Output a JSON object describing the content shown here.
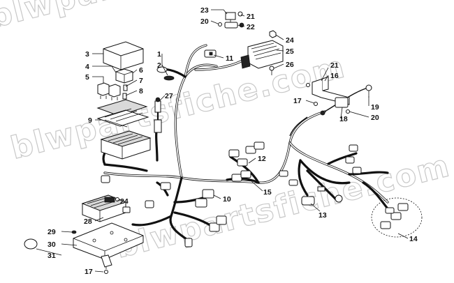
{
  "watermark": "blwpartsfiche.com",
  "callouts": {
    "c1": "1",
    "c2": "2",
    "c3": "3",
    "c4": "4",
    "c5": "5",
    "c6": "6",
    "c7": "7",
    "c8": "8",
    "c9": "9",
    "c10": "10",
    "c11": "11",
    "c12": "12",
    "c13": "13",
    "c14": "14",
    "c15": "15",
    "c16": "16",
    "c17a": "17",
    "c17b": "17",
    "c18": "18",
    "c19": "19",
    "c20a": "20",
    "c20b": "20",
    "c21a": "21",
    "c21b": "21",
    "c22": "22",
    "c23": "23",
    "c24a": "24",
    "c24b": "24",
    "c25": "25",
    "c26": "26",
    "c27": "27",
    "c28": "28",
    "c29": "29",
    "c30": "30",
    "c31": "31"
  }
}
